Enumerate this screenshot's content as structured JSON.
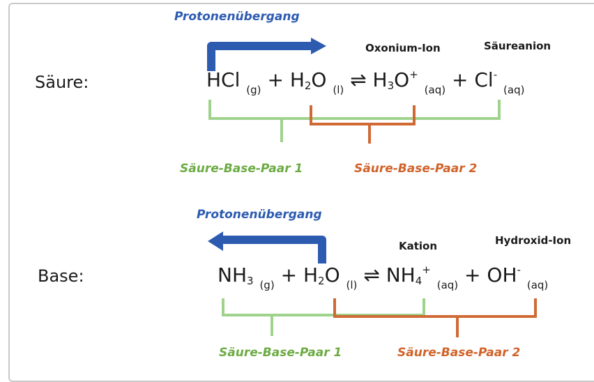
{
  "colors": {
    "transfer": "#2d5bb0",
    "pair1": "#6cab43",
    "pair2": "#d0632a",
    "pair1_bracket": "#9fd38d",
    "pair2_bracket": "#cf6a35"
  },
  "acid": {
    "label": "Säure:",
    "transfer_label": "Protonenübergang",
    "annot_oxonium": "Oxonium-Ion",
    "annot_anion": "Säureanion",
    "eq": {
      "hcl": "HCl",
      "hcl_phase": "(g)",
      "plus1": "+",
      "h2o_h": "H",
      "h2o_sub": "2",
      "h2o_o": "O",
      "h2o_phase": "(l)",
      "arrow": "⇌",
      "h3o_h": "H",
      "h3o_sub": "3",
      "h3o_o": "O",
      "h3o_sup": "+",
      "h3o_phase": "(aq)",
      "plus2": "+",
      "cl": "Cl",
      "cl_sup": "-",
      "cl_phase": "(aq)"
    },
    "pair1_label": "Säure-Base-Paar 1",
    "pair2_label": "Säure-Base-Paar 2"
  },
  "base": {
    "label": "Base:",
    "transfer_label": "Protonenübergang",
    "annot_kation": "Kation",
    "annot_hydroxid": "Hydroxid-Ion",
    "eq": {
      "nh3_n": "NH",
      "nh3_sub": "3",
      "nh3_phase": "(g)",
      "plus1": "+",
      "h2o_h": "H",
      "h2o_sub": "2",
      "h2o_o": "O",
      "h2o_phase": "(l)",
      "arrow": "⇌",
      "nh4_n": "NH",
      "nh4_sub": "4",
      "nh4_sup": "+",
      "nh4_phase": "(aq)",
      "plus2": "+",
      "oh": "OH",
      "oh_sup": "-",
      "oh_phase": "(aq)"
    },
    "pair1_label": "Säure-Base-Paar 1",
    "pair2_label": "Säure-Base-Paar 2"
  }
}
